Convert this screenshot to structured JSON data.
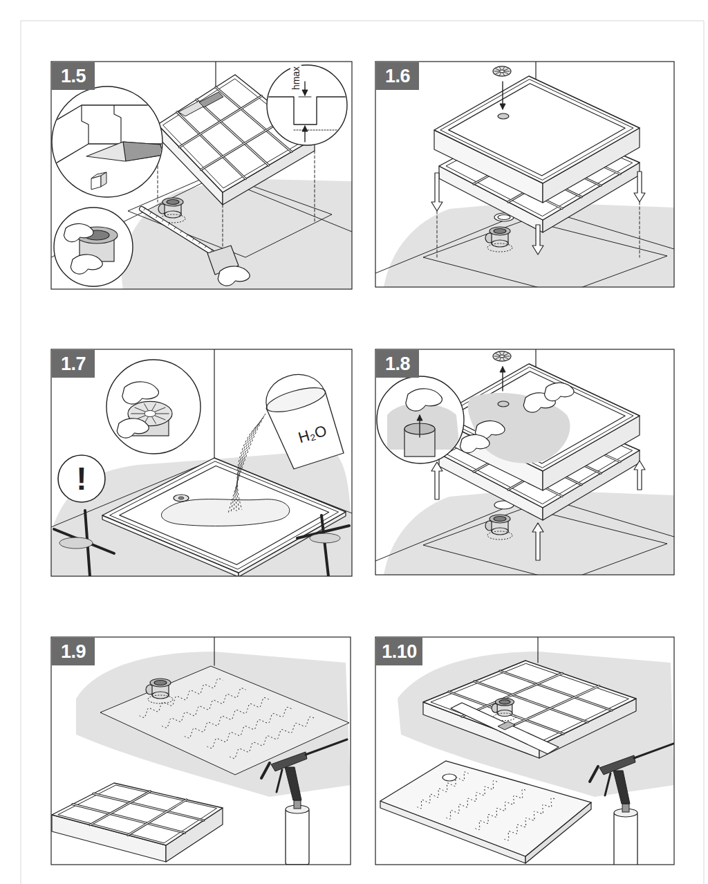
{
  "diagram": {
    "nodes": [
      {
        "text": [
          "1.5"
        ]
      },
      {
        "text": [
          "1.6"
        ]
      },
      {
        "text": [
          "1.7"
        ]
      },
      {
        "text": [
          "1.8"
        ]
      },
      {
        "text": [
          "1.9"
        ]
      },
      {
        "text": [
          "1.10"
        ]
      }
    ],
    "labels": [
      "hmax",
      "H₂O",
      "!"
    ]
  }
}
